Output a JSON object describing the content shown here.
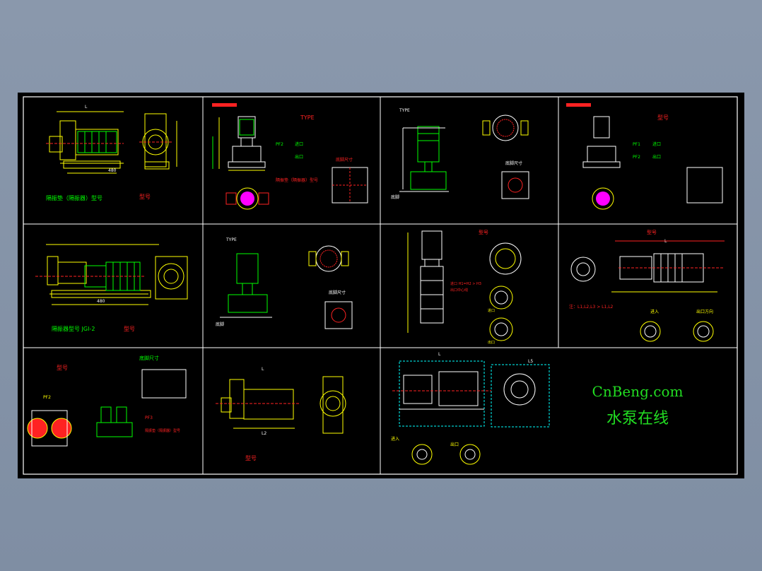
{
  "watermark": {
    "site": "CnBeng.com",
    "name": "水泵在线",
    "color": "#22dd22"
  },
  "colors": {
    "frame": "#ffffff",
    "yellow": "#ffff00",
    "green": "#00ff00",
    "red": "#ff2222",
    "cyan": "#00ffff",
    "magenta": "#ff00ff",
    "blue": "#3b6cff"
  },
  "cells": {
    "c1": {
      "label_model": "型号",
      "label_base": "隔振垫（隔振器）型号",
      "dim_L": "L",
      "dim_480": "480"
    },
    "c2": {
      "type_label": "TYPE",
      "flange_in": "进口",
      "flange_out": "出口",
      "note": "隔振垫（隔振器）型号",
      "dim_pf2": "PF2",
      "base_label": "底脚尺寸"
    },
    "c3": {
      "type_label": "TYPE",
      "base_label": "底脚尺寸",
      "ground_label": "底脚"
    },
    "c4": {
      "model_label": "型号",
      "dim_pf1": "PF1",
      "dim_pf2": "PF2",
      "flange_in": "进口",
      "flange_out": "出口"
    },
    "c5": {
      "label_base": "隔振器型号 JGI-2",
      "label_model": "型号",
      "dim_480": "480"
    },
    "c6": {
      "type_label": "TYPE",
      "base_label": "底脚尺寸",
      "ground_label": "底脚"
    },
    "c7": {
      "model_label": "型号",
      "note": "进口 H1=H2 > H3",
      "note2": "出口中心线",
      "label_in": "进口",
      "label_out": "出口"
    },
    "c8": {
      "model_label": "型号",
      "note": "注：L1,L2,L3 > L1,L2",
      "label_in": "进入",
      "label_out": "出口方向",
      "dim_L": "L"
    },
    "c9": {
      "model_label": "型号",
      "base_label": "底脚尺寸",
      "dim_pf2": "PF2",
      "dim_pf3": "PF3",
      "note": "隔振垫（隔振器）型号"
    },
    "c10": {
      "model_label": "型号",
      "dim_L": "L",
      "dim_L2": "L2"
    },
    "c11": {
      "label_in": "进入",
      "label_out": "出口",
      "dim_L": "L",
      "dim_L5": "L5"
    }
  }
}
